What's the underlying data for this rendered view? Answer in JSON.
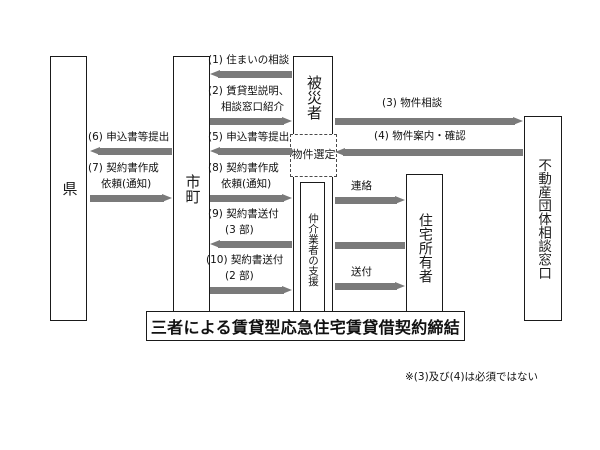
{
  "diagram": {
    "title_banner": "三者による賃貸型応急住宅賃貸借契約締結",
    "footnote": "※(3)及び(4)は必須ではない"
  },
  "actors": [
    {
      "id": "prefecture",
      "label": "県"
    },
    {
      "id": "municipality",
      "label": "市町"
    },
    {
      "id": "disaster_victim",
      "label": "被災者"
    },
    {
      "id": "home_owner",
      "label": "住宅所有者"
    },
    {
      "id": "realestate_desk",
      "label": "不動産団体相談窓口"
    }
  ],
  "sub_nodes": [
    {
      "id": "property_selection",
      "label": "物件選定",
      "style": "dashed"
    },
    {
      "id": "broker_support",
      "label": "仲介業者の支援",
      "style": "solid"
    }
  ],
  "flows": [
    {
      "no": "1",
      "label": "(1) 住まいの相談",
      "direction": "left"
    },
    {
      "no": "2",
      "label": "(2) 賃貸型説明、",
      "label2": "相談窓口紹介",
      "direction": "right"
    },
    {
      "no": "5",
      "label": "(5) 申込書等提出",
      "direction": "left"
    },
    {
      "no": "8",
      "label": "(8) 契約書作成",
      "label2": "依頼(通知)",
      "direction": "right"
    },
    {
      "no": "9",
      "label": "(9) 契約書送付",
      "label2": "(3 部)",
      "direction": "left"
    },
    {
      "no": "10",
      "label": "(10) 契約書送付",
      "label2": "(2 部)",
      "direction": "right"
    },
    {
      "no": "6",
      "label": "(6) 申込書等提出",
      "direction": "left"
    },
    {
      "no": "7",
      "label": "(7) 契約書作成",
      "label2": "依頼(通知)",
      "direction": "right"
    },
    {
      "no": "3",
      "label": "(3) 物件相談",
      "direction": "right"
    },
    {
      "no": "4",
      "label": "(4) 物件案内・確認",
      "direction": "left"
    },
    {
      "no": "c1",
      "label": "連絡",
      "direction": "right"
    },
    {
      "no": "c2",
      "label": "",
      "direction": "plain"
    },
    {
      "no": "c3",
      "label": "送付",
      "direction": "right"
    }
  ],
  "colors": {
    "arrow": "#7a7a7a",
    "line": "#1a1a1a",
    "background": "#ffffff"
  }
}
